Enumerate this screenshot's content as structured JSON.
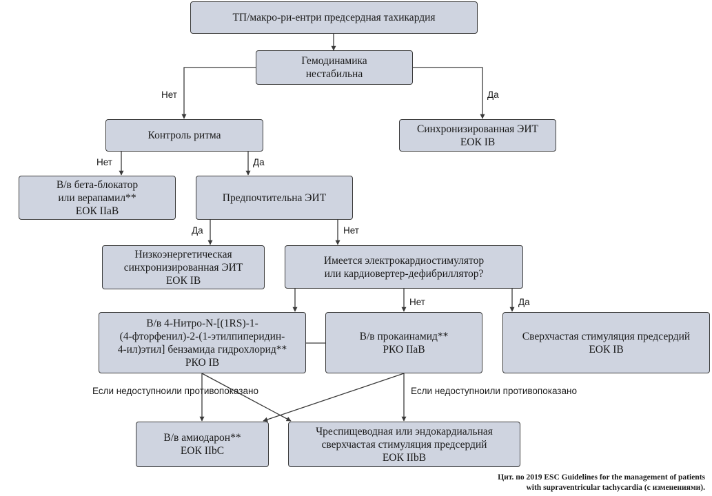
{
  "nodes": {
    "start": [
      "ТП/макро-ри-ентри предсердная тахикардия"
    ],
    "hemo": [
      "Гемодинамика",
      "нестабильна"
    ],
    "rhythm": [
      "Контроль ритма"
    ],
    "sync_eit": [
      "Синхронизированная ЭИТ",
      "ЕОК IB"
    ],
    "beta": [
      "В/в бета-блокатор",
      "или верапамил**",
      "ЕОК IIaB"
    ],
    "pref_eit": [
      "Предпочтительна ЭИТ"
    ],
    "low_eit": [
      "Низкоэнергетическая",
      "синхронизированная ЭИТ",
      "ЕОК IB"
    ],
    "pacemaker": [
      "Имеется электрокардиостимулятор",
      "или кардиовертер-дефибриллятор?"
    ],
    "drug": [
      "В/в 4-Нитро-N-[(1RS)-1-",
      "(4-фторфенил)-2-(1-этилпиперидин-",
      "4-ил)этил] бензамида гидрохлорид**",
      "РКО IB"
    ],
    "procain": [
      "В/в прокаинамид**",
      "РКО IIaB"
    ],
    "overdrive": [
      "Сверхчастая стимуляция предсердий",
      "ЕОК IB"
    ],
    "amiodarone": [
      "В/в амиодарон**",
      "ЕОК IIbC"
    ],
    "transeso": [
      "Чреспищеводная или эндокардиальная",
      "сверхчастая стимуляция предсердий",
      "ЕОК IIbB"
    ]
  },
  "labels": {
    "hemo_no": "Нет",
    "hemo_yes": "Да",
    "rhythm_no": "Нет",
    "rhythm_yes": "Да",
    "pref_yes": "Да",
    "pref_no": "Нет",
    "pace_no": "Нет",
    "pace_yes": "Да",
    "unavail_left": [
      "Если недоступно",
      "или противопоказано"
    ],
    "unavail_right": [
      "Если недоступно",
      "или противопоказано"
    ]
  },
  "citation": [
    "Цит. по 2019 ESC Guidelines for the management of patients",
    "with supraventricular tachycardia (с изменениями)."
  ],
  "colors": {
    "box_fill": "#cfd4e0",
    "line": "#3a3a3a"
  }
}
